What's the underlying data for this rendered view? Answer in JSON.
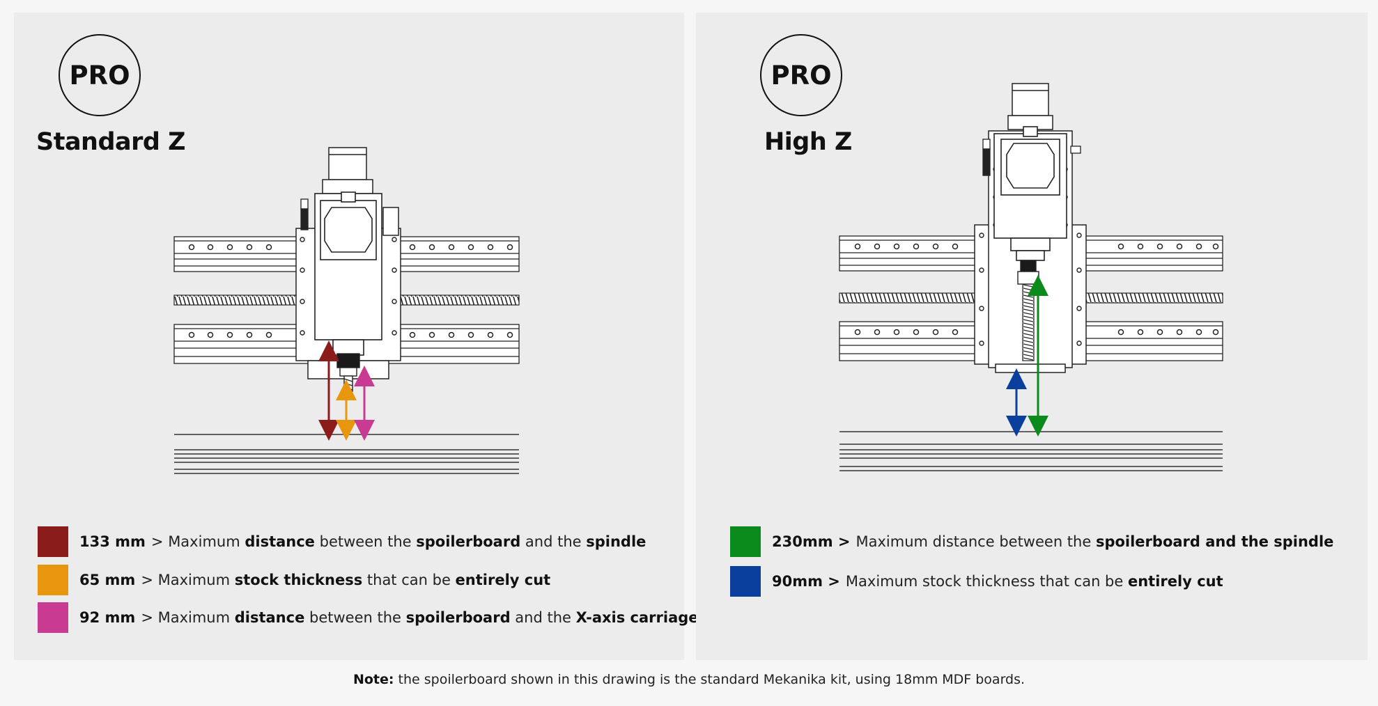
{
  "colors": {
    "panel_bg": "#ececec",
    "dark_red": "#8b1c1c",
    "orange": "#e8960e",
    "magenta": "#c93a92",
    "green": "#0a8a1a",
    "blue": "#0b3f9e"
  },
  "standard": {
    "badge": "PRO",
    "title": "Standard Z",
    "legend": [
      {
        "value": "133 mm",
        "p1": "> Maximum ",
        "b1": "distance",
        "p2": " between the ",
        "b2": "spoilerboard",
        "p3": " and the ",
        "b3": "spindle",
        "color": "#8b1c1c"
      },
      {
        "value": "65 mm",
        "p1": "> Maximum ",
        "b1": "stock thickness",
        "p2": " that can be ",
        "b2": "entirely cut",
        "p3": "",
        "b3": "",
        "color": "#e8960e"
      },
      {
        "value": "92 mm",
        "p1": "> Maximum ",
        "b1": "distance",
        "p2": " between the ",
        "b2": "spoilerboard",
        "p3": " and the ",
        "b3": "X-axis carriage",
        "color": "#c93a92"
      }
    ]
  },
  "high": {
    "badge": "PRO",
    "title": "High Z",
    "legend": [
      {
        "value": "230mm >",
        "p1": "Maximum distance between the ",
        "b1": "spoilerboard and the spindle",
        "p2": "",
        "b2": "",
        "p3": "",
        "b3": "",
        "color": "#0a8a1a"
      },
      {
        "value": "90mm >",
        "p1": "Maximum stock thickness that can be ",
        "b1": "entirely cut",
        "p2": "",
        "b2": "",
        "p3": "",
        "b3": "",
        "color": "#0b3f9e"
      }
    ]
  },
  "note": {
    "label": "Note:",
    "text": " the spoilerboard shown in this drawing is the standard Mekanika kit, using 18mm MDF boards."
  }
}
